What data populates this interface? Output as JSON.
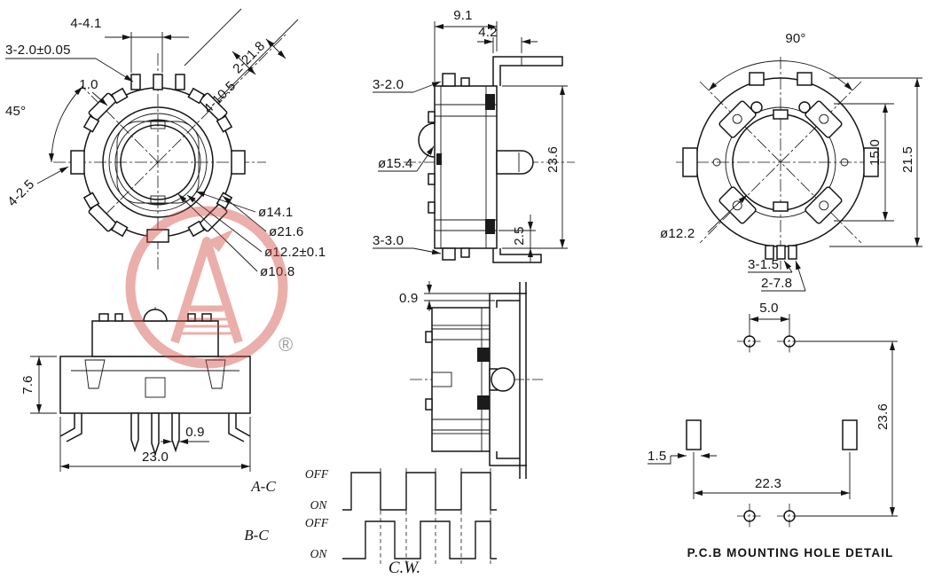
{
  "front_view": {
    "dims": {
      "top_slots": "4-4.1",
      "terminals": "3-2.0±0.05",
      "notch": "1.0",
      "angle": "45°",
      "diag_body": "2-21.8",
      "diag_tabs": "4-10.5",
      "side_tabs": "4-2.5",
      "dia_14_1": "ø14.1",
      "dia_21_6": "ø21.6",
      "dia_12_2": "ø12.2±0.1",
      "dia_10_8": "ø10.8"
    }
  },
  "side_view": {
    "dims": {
      "width": "9.1",
      "bracket": "4.2",
      "top_terminals": "3-2.0",
      "dia_bushing": "ø15.4",
      "height": "23.6",
      "foot": "2.5",
      "bottom_terminals": "3-3.0"
    }
  },
  "rear_view": {
    "dims": {
      "angle": "90°",
      "height": "21.5",
      "pad_span": "15.0",
      "hole": "ø12.2",
      "tab": "3-1.5",
      "tab_span": "2-7.8"
    }
  },
  "bottom_view": {
    "dims": {
      "height": "7.6",
      "pin": "0.9",
      "width": "23.0"
    }
  },
  "section_view": {
    "dims": {
      "plate": "0.9"
    }
  },
  "pcb_detail": {
    "dims": {
      "pitch": "5.0",
      "height": "23.6",
      "pad_width": "1.5",
      "pad_span": "22.3"
    },
    "caption": "P.C.B MOUNTING HOLE DETAIL"
  },
  "timing": {
    "row_a_label": "A-C",
    "row_a_off": "OFF",
    "row_a_on": "ON",
    "row_b_label": "B-C",
    "row_b_off": "OFF",
    "row_b_on": "ON",
    "rotation": "C.W."
  },
  "watermark": {
    "registered": "®"
  }
}
